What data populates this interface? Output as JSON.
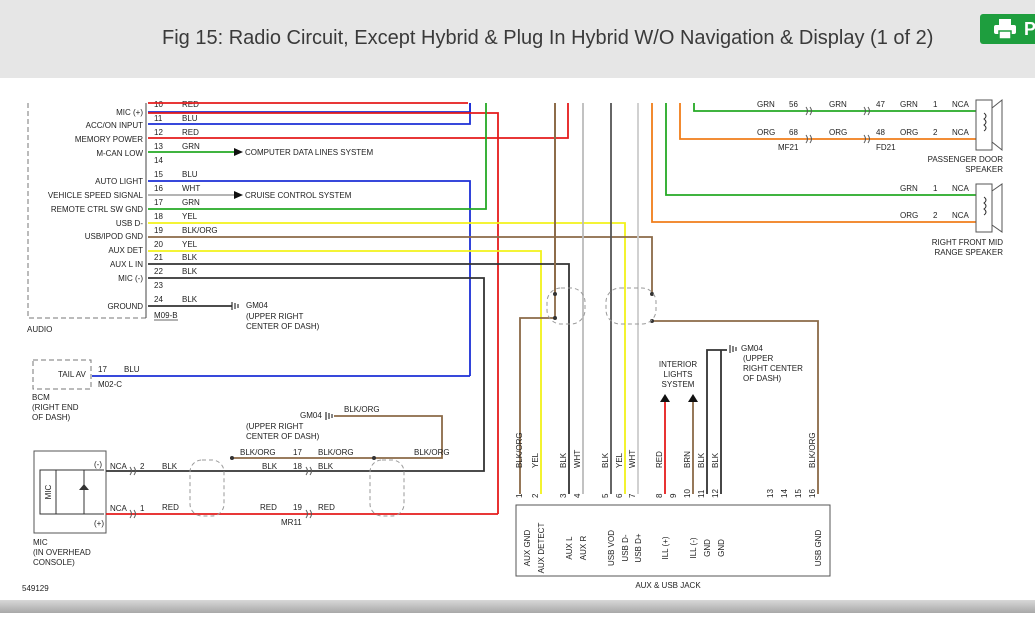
{
  "header": {
    "title": "Fig 15: Radio Circuit, Except Hybrid & Plug In Hybrid W/O Navigation & Display (1 of 2)",
    "print_label": "P"
  },
  "colors": {
    "red": "#e51b1b",
    "blue": "#1c2fd6",
    "green": "#25a925",
    "yellow": "#f2f21a",
    "brown": "#8b6a47",
    "black": "#333333",
    "orange": "#f07d1a",
    "white": "#cccccc",
    "gray": "#888888"
  },
  "diagram": {
    "figure_id": "549129",
    "audio": {
      "label": "AUDIO",
      "connector": "M09-B",
      "pins": [
        {
          "pin": "10",
          "name": "",
          "wire": "RED"
        },
        {
          "pin": "11",
          "name": "MIC (+)",
          "wire": "BLU"
        },
        {
          "pin": "12",
          "name": "ACC/ON INPUT",
          "wire": "RED"
        },
        {
          "pin": "13",
          "name": "MEMORY POWER",
          "wire": "GRN"
        },
        {
          "pin": "14",
          "name": "M-CAN LOW",
          "wire": ""
        },
        {
          "pin": "15",
          "name": "",
          "wire": "BLU"
        },
        {
          "pin": "16",
          "name": "AUTO LIGHT",
          "wire": "WHT"
        },
        {
          "pin": "17",
          "name": "VEHICLE SPEED SIGNAL",
          "wire": "GRN"
        },
        {
          "pin": "18",
          "name": "REMOTE CTRL SW GND",
          "wire": "YEL"
        },
        {
          "pin": "19",
          "name": "USB D-",
          "wire": "BLK/ORG"
        },
        {
          "pin": "20",
          "name": "USB/IPOD GND",
          "wire": "YEL"
        },
        {
          "pin": "21",
          "name": "AUX DET",
          "wire": "BLK"
        },
        {
          "pin": "22",
          "name": "AUX L IN",
          "wire": "BLK"
        },
        {
          "pin": "23",
          "name": "MIC (-)",
          "wire": ""
        },
        {
          "pin": "24",
          "name": "GROUND",
          "wire": "BLK"
        }
      ],
      "ground": "GM04",
      "ground_loc": [
        "(UPPER RIGHT",
        "CENTER OF DASH)"
      ]
    },
    "arrows": {
      "computer": "COMPUTER DATA LINES SYSTEM",
      "cruise": "CRUISE CONTROL SYSTEM"
    },
    "speakers": {
      "passenger": {
        "label": [
          "PASSENGER DOOR",
          "SPEAKER"
        ],
        "grn": [
          "GRN",
          "56",
          "GRN",
          "47",
          "GRN",
          "1",
          "NCA"
        ],
        "org": [
          "ORG",
          "68",
          "ORG",
          "48",
          "ORG",
          "2",
          "NCA"
        ],
        "mf": "MF21",
        "fd": "FD21"
      },
      "right_front": {
        "label": [
          "RIGHT FRONT MID",
          "RANGE SPEAKER"
        ],
        "grn": [
          "GRN",
          "1",
          "NCA"
        ],
        "org": [
          "ORG",
          "2",
          "NCA"
        ]
      }
    },
    "bcm": {
      "box_label": "TAIL AV",
      "pin": "17",
      "wire": "BLU",
      "connector": "M02-C",
      "label": [
        "BCM",
        "(RIGHT END",
        "OF DASH)"
      ]
    },
    "mic_ground": {
      "label": "GM04",
      "wire": "BLK/ORG",
      "loc": [
        "(UPPER RIGHT",
        "CENTER OF DASH)"
      ]
    },
    "mic": {
      "chip": "MIC",
      "label": [
        "MIC",
        "(IN OVERHEAD",
        "CONSOLE)"
      ],
      "minus": "(-)",
      "plus": "(+)",
      "nca1": "NCA",
      "pin1": "2",
      "nca2": "NCA",
      "pin2": "1",
      "blk_a": "BLK",
      "blk_b": "BLK",
      "blk_c": "BLK",
      "red_a": "RED",
      "red_b": "RED",
      "red_c": "RED",
      "blkorg_a": "BLK/ORG",
      "blkorg_b": "BLK/ORG",
      "blkorg_c": "BLK/ORG",
      "p17": "17",
      "p18": "18",
      "p19": "19",
      "mr": "MR11"
    },
    "interior": [
      "INTERIOR",
      "LIGHTS",
      "SYSTEM"
    ],
    "jack_ground": {
      "label": "GM04",
      "loc": [
        "(UPPER",
        "RIGHT CENTER",
        "OF DASH)"
      ]
    },
    "jack": {
      "label": "AUX & USB JACK",
      "wires": [
        "BLK/ORG",
        "YEL",
        "BLK",
        "WHT",
        "BLK",
        "YEL",
        "WHT",
        "RED",
        "BRN",
        "BLK",
        "BLK",
        "BLK/ORG"
      ],
      "pins": [
        "1",
        "2",
        "3",
        "4",
        "5",
        "6",
        "7",
        "8",
        "9",
        "10",
        "11",
        "12",
        "13",
        "14",
        "15",
        "16"
      ],
      "names": [
        "AUX GND",
        "AUX DETECT",
        "AUX L",
        "AUX R",
        "USB VOD",
        "USB D-",
        "USB D+",
        "ILL (+)",
        "ILL (-)",
        "GND",
        "GND",
        "USB GND"
      ]
    }
  }
}
